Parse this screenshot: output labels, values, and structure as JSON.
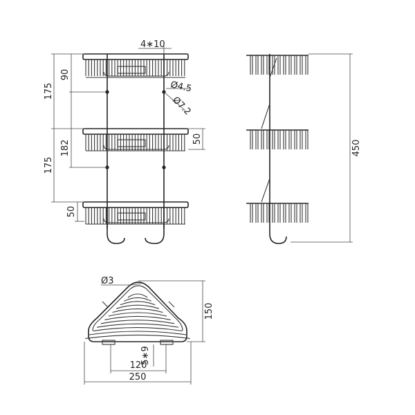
{
  "front_view": {
    "dims": {
      "screw": "4∗10",
      "hole_small": "Ø4.5",
      "hole_large": "Ø7.2",
      "top_height": "90",
      "top_spacing": "175",
      "middle_spacing": "182",
      "lower_spacing": "175",
      "mid_basket": "50",
      "bottom_basket": "50"
    }
  },
  "side_view": {
    "dims": {
      "total_height": "450"
    }
  },
  "plan_view": {
    "dims": {
      "rod": "Ø3",
      "depth": "150",
      "width": "250",
      "mount": "120",
      "screw": "5∗9"
    }
  }
}
